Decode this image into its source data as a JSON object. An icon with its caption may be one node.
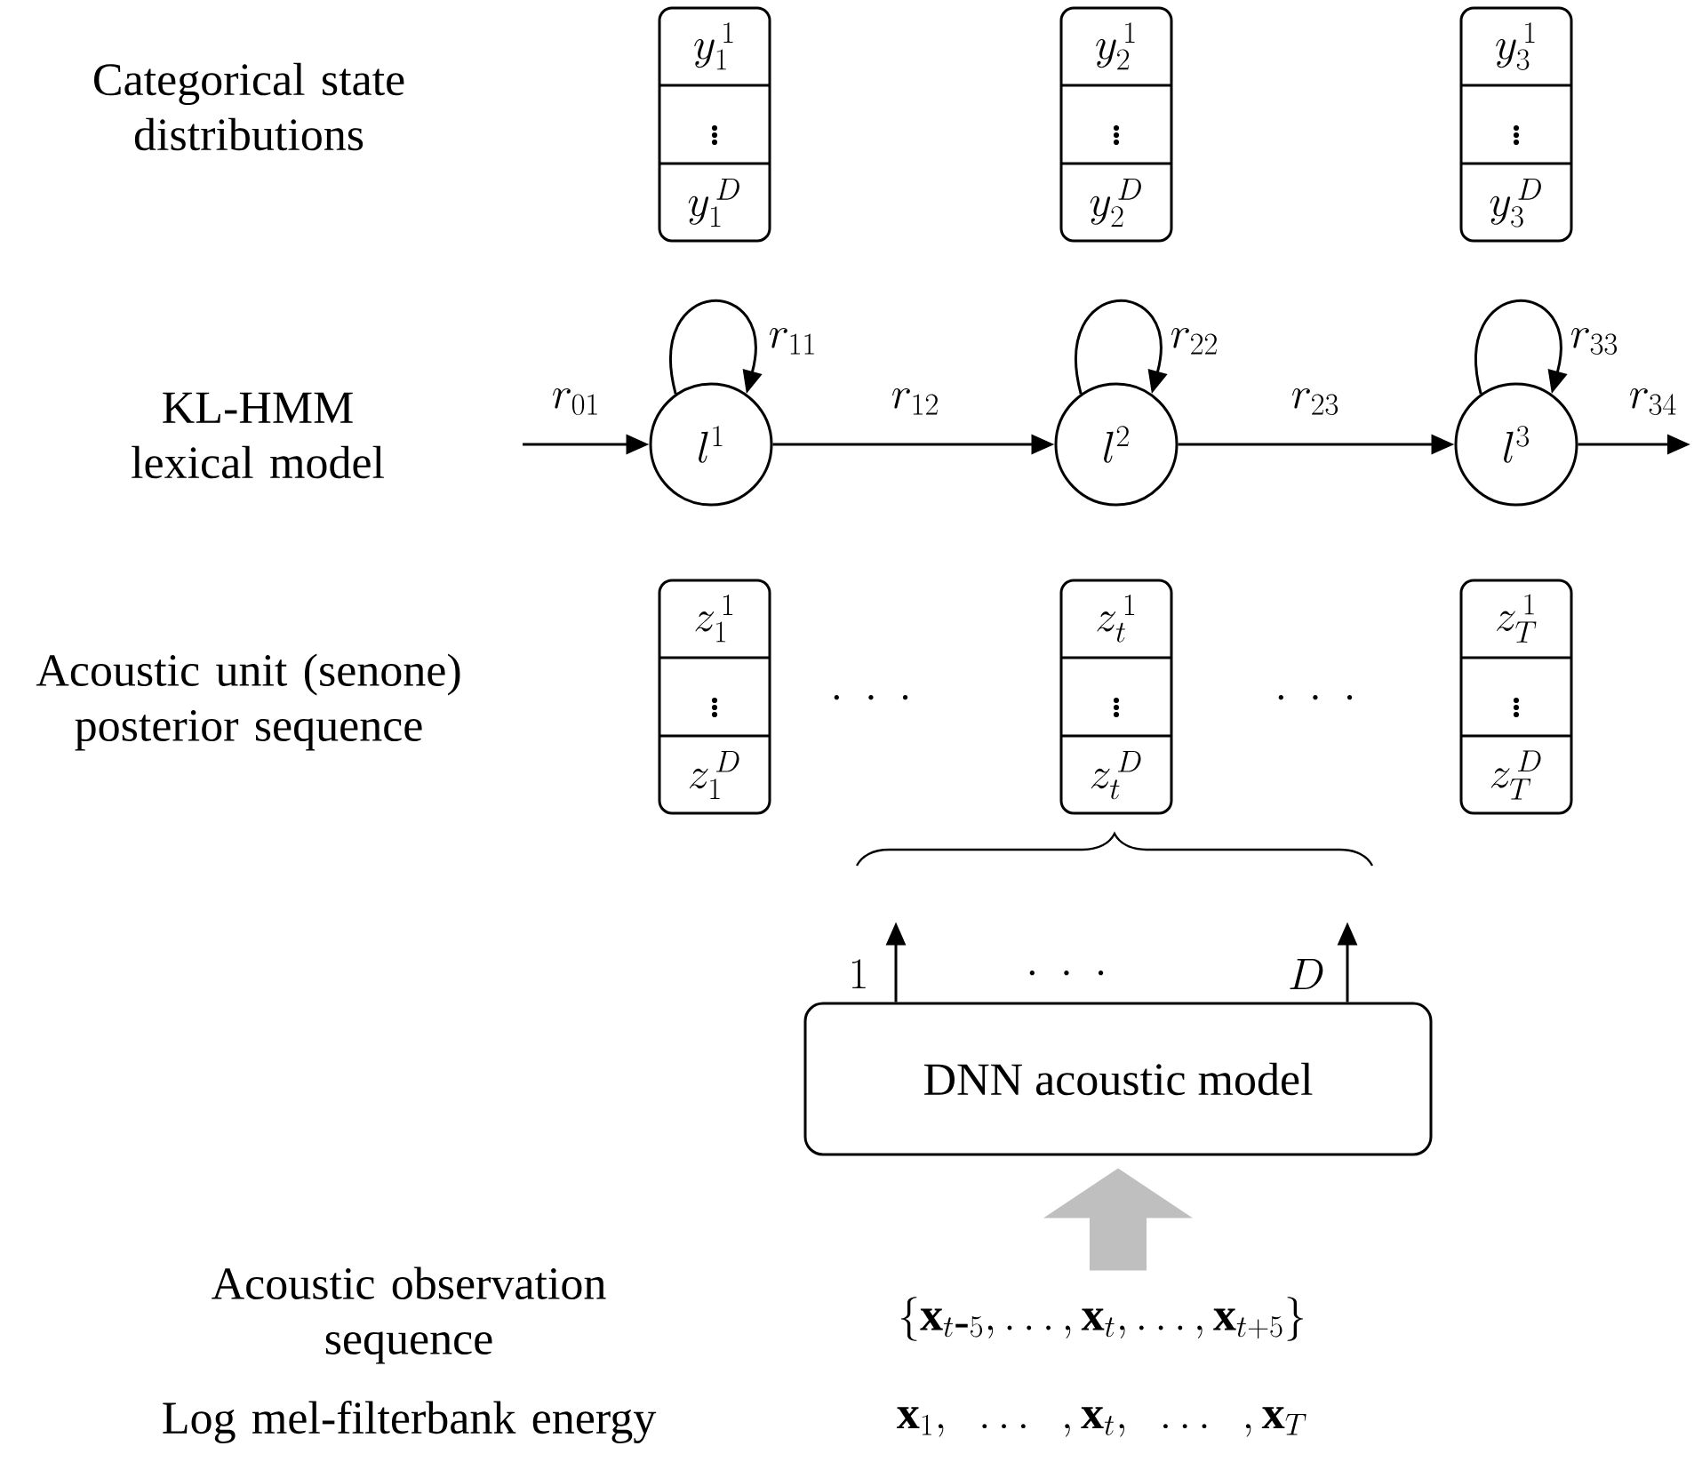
{
  "diagram": {
    "nodes": [
      {
        "text": [
          "y_1^{\\,1}",
          "\\vdots",
          "y_1^{\\,D}"
        ]
      },
      {
        "text": [
          "y_2^{\\,1}",
          "\\vdots",
          "y_2^{\\,D}"
        ]
      },
      {
        "text": [
          "y_3^{\\,1}",
          "\\vdots",
          "y_3^{\\,D}"
        ]
      },
      {
        "text": [
          "l^{1}"
        ]
      },
      {
        "text": [
          "l^{2}"
        ]
      },
      {
        "text": [
          "l^{3}"
        ]
      },
      {
        "text": [
          "z_1^{\\,1}",
          "\\vdots",
          "z_1^{\\,D}"
        ]
      },
      {
        "text": [
          "z_t^{\\,1}",
          "\\vdots",
          "z_t^{\\,D}"
        ]
      },
      {
        "text": [
          "z_T^{\\,1}",
          "\\vdots",
          "z_T^{\\,D}"
        ]
      },
      {
        "text": [
          "DNN acoustic model"
        ]
      },
      {
        "text": [
          "\\{\\mathbf{x}_{t\\mbox{-}5},\\ldots,\\mathbf{x}_t,\\ldots,\\mathbf{x}_{t+5}\\}"
        ]
      }
    ],
    "edges": [
      {
        "from": null,
        "to": 3,
        "arrow": "to",
        "label": "r_{01}"
      },
      {
        "from": 3,
        "to": 3,
        "arrow": "to",
        "label": "r_{11}"
      },
      {
        "from": 3,
        "to": 4,
        "arrow": "to",
        "label": "r_{12}"
      },
      {
        "from": 4,
        "to": 4,
        "arrow": "to",
        "label": "r_{22}"
      },
      {
        "from": 4,
        "to": 5,
        "arrow": "to",
        "label": "r_{23}"
      },
      {
        "from": 5,
        "to": 5,
        "arrow": "to",
        "label": "r_{33}"
      },
      {
        "from": 5,
        "to": null,
        "arrow": "to",
        "label": "r_{34}"
      },
      {
        "from": 9,
        "to": null,
        "arrow": "to",
        "label": "1"
      },
      {
        "from": 9,
        "to": null,
        "arrow": "to",
        "label": "D"
      },
      {
        "from": 10,
        "to": 9,
        "arrow": "to",
        "style": "thick",
        "color": "#bfbfbf"
      }
    ],
    "labels": [
      "Categorical state distributions",
      "KL-HMM lexical model",
      "Acoustic unit (senone) posterior sequence",
      "\\cdot\\;\\cdot\\;\\cdot",
      "\\cdot\\;\\cdot\\;\\cdot",
      "\\cdot\\;\\cdot\\;\\cdot",
      "Acoustic observation sequence",
      "Log mel-filterbank energy",
      "\\mathbf{x}_1,\\;\\;\\ldots\\;\\;,\\mathbf{x}_t,\\;\\;\\ldots\\;\\;,\\mathbf{x}_T"
    ]
  }
}
